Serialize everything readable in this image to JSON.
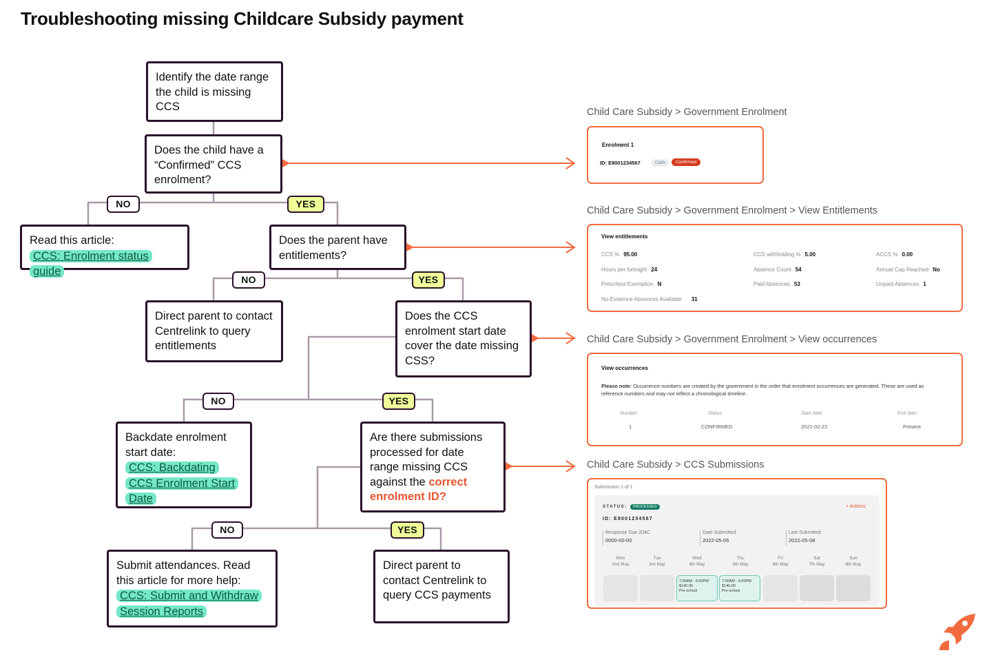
{
  "title": "Troubleshooting missing Childcare Subsidy payment",
  "flow": {
    "identify": "Identify the date range the child is missing CCS",
    "q_confirmed": "Does the child have a “Confirmed” CCS enrolment?",
    "read_article_intro": "Read this article:",
    "read_article_link": "CCS: Enrolment status guide",
    "q_entitlements": "Does the parent have entitlements?",
    "direct_entitlements": "Direct parent to contact Centrelink to query entitlements",
    "q_start_date": "Does the CCS enrolment start date cover the date missing CSS?",
    "backdate_intro": "Backdate enrolment start date:",
    "backdate_link": "CCS: Backdating CCS Enrolment Start Date",
    "q_submissions_pre": "Are there submissions processed for date range missing CCS against the ",
    "q_submissions_accent": "correct enrolment ID?",
    "submit_intro": "Submit attendances. Read this article for more help:",
    "submit_link": "CCS: Submit and Withdraw Session Reports",
    "direct_payments": "Direct parent to contact Centrelink to query CCS payments",
    "no": "NO",
    "yes": "YES"
  },
  "panels": {
    "enrolment": {
      "crumb": "Child Care Subsidy > Government Enrolment",
      "heading": "Enrolment 1",
      "id": "ID: E8001234567",
      "chip1": "CWA",
      "chip2": "Confirmed"
    },
    "entitlements": {
      "crumb": "Child Care Subsidy > Government Enrolment > View Entitlements",
      "heading": "View entitlements",
      "items": [
        {
          "label": "CCS %",
          "value": "95.00"
        },
        {
          "label": "CCS withholding %",
          "value": "5.00"
        },
        {
          "label": "ACCS %",
          "value": "0.00"
        },
        {
          "label": "Hours per fortnight",
          "value": "24"
        },
        {
          "label": "Absence Count",
          "value": "54"
        },
        {
          "label": "Annual Cap Reached",
          "value": "No"
        },
        {
          "label": "Preschool Exemption",
          "value": "N"
        },
        {
          "label": "Paid Absences",
          "value": "53"
        },
        {
          "label": "Unpaid Absences",
          "value": "1"
        },
        {
          "label": "No-Evidence Absences Available",
          "value": "31"
        }
      ]
    },
    "occurrences": {
      "crumb": "Child Care Subsidy > Government Enrolment > View occurrences",
      "heading": "View occurrences",
      "note_label": "Please note:",
      "note_text": " Occurrence numbers are created by the government in the order that enrolment occurrences are generated. These are used as reference numbers and may not reflect a chronological timeline.",
      "columns": [
        "Number",
        "Status",
        "Start date",
        "End date"
      ],
      "row": [
        "1",
        "CONFIRMED",
        "2021-02-22",
        "Present"
      ]
    },
    "submissions": {
      "crumb": "Child Care Subsidy > CCS Submissions",
      "counter": "Submission 1 of 1",
      "status_label": "STATUS:",
      "status_value": "PROCESSED",
      "actions": "+ Actions",
      "id": "ID: E8001234567",
      "fields": [
        {
          "label": "Response Due 204C",
          "value": "0000-00-00"
        },
        {
          "label": "Date Submitted",
          "value": "2022-05-06"
        },
        {
          "label": "Last Submitted",
          "value": "2022-05-08"
        }
      ],
      "days": [
        {
          "name": "Mon",
          "date": "2nd May"
        },
        {
          "name": "Tue",
          "date": "3rd May"
        },
        {
          "name": "Wed",
          "date": "4th May"
        },
        {
          "name": "Thu",
          "date": "5th May"
        },
        {
          "name": "Fri",
          "date": "6th May"
        },
        {
          "name": "Sat",
          "date": "7th May"
        },
        {
          "name": "Sun",
          "date": "8th May"
        }
      ],
      "session": {
        "time": "7:00AM - 6:00PM",
        "fee": "$140.00",
        "type": "Pre-school"
      }
    }
  },
  "colors": {
    "accent": "#e8562f",
    "border": "#2a0f2a",
    "link_highlight": "#74e8c8",
    "yes_fill": "#eefd98",
    "connector": "#a99aa8"
  }
}
